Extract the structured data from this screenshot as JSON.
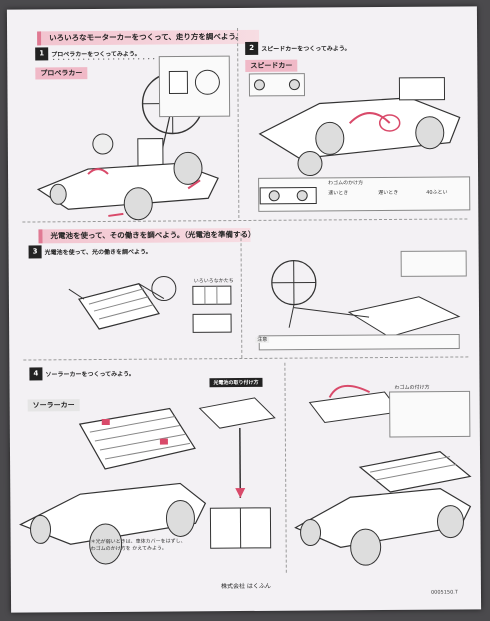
{
  "sections": {
    "section1": {
      "banner": "いろいろなモーターカーをつくって、走り方を調べよう。",
      "step_a": {
        "num": "1",
        "title": "プロペラカーをつくってみよう。",
        "label": "プロペラカー"
      },
      "step_b": {
        "num": "2",
        "title": "スピードカーをつくってみよう。",
        "label": "スピードカー"
      },
      "rubber_band_label": "わゴムのかけ方",
      "gear_labels": [
        "速いとき",
        "遅いとき",
        "40ふとい"
      ]
    },
    "section2": {
      "banner": "光電池を使って、その働きを調べよう。（光電池を準備する）",
      "step": {
        "num": "3",
        "title": "光電池を使って、光の働きを調べよう。"
      },
      "label_mid": "いろいろなかたち",
      "note_label": "注意"
    },
    "section3": {
      "step": {
        "num": "4",
        "title": "ソーラーカーをつくってみよう。",
        "label": "ソーラーカー"
      },
      "black_tab": "光電池の取り付け方",
      "rubber_band_label": "わゴムの付け方"
    }
  },
  "footer": {
    "brand": "株式会社 はくふん",
    "code": "0005150.T"
  }
}
